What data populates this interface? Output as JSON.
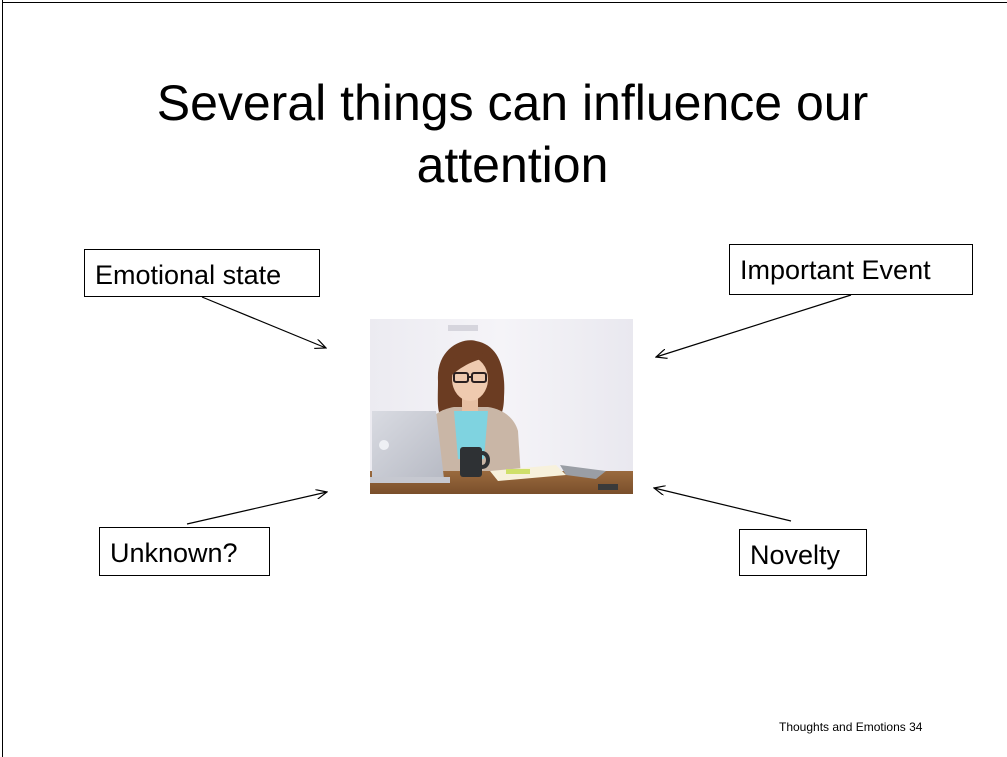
{
  "slide": {
    "title": "Several things can influence our attention",
    "labels": {
      "emotional_state": "Emotional state",
      "important_event": "Important Event",
      "unknown": "Unknown?",
      "novelty": "Novelty"
    },
    "footer": "Thoughts and Emotions 34",
    "photo": {
      "subject": "woman-working-at-laptop-icon"
    }
  }
}
